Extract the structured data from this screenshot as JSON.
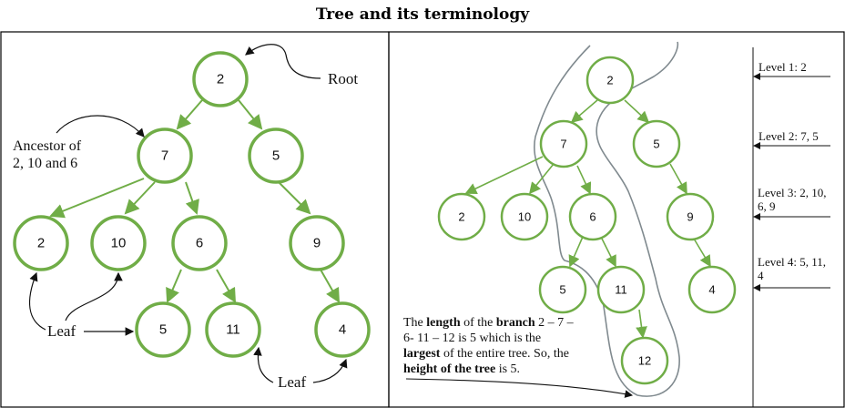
{
  "title": "Tree and its terminology",
  "left_tree": {
    "nodes": {
      "n2": "2",
      "n7": "7",
      "n5": "5",
      "n2b": "2",
      "n10": "10",
      "n6": "6",
      "n9": "9",
      "n5b": "5",
      "n11": "11",
      "n4": "4"
    },
    "labels": {
      "root": "Root",
      "ancestor_line1": "Ancestor of",
      "ancestor_line2": "2, 10 and 6",
      "leaf1": "Leaf",
      "leaf2": "Leaf"
    }
  },
  "right_tree": {
    "nodes": {
      "r2": "2",
      "r7": "7",
      "r5": "5",
      "r2b": "2",
      "r10": "10",
      "r6": "6",
      "r9": "9",
      "r5b": "5",
      "r11": "11",
      "r4": "4",
      "r12": "12"
    },
    "branch_note": {
      "t1": "The ",
      "b1": "length",
      "t2": " of the ",
      "b2": "branch",
      "t3": " 2 – 7 – 6- 11 – 12 is 5 which is the ",
      "b3": "largest",
      "t4": " of the entire tree. So, the ",
      "b4": "height of the tree",
      "t5": " is 5."
    }
  },
  "levels": {
    "l1": "Level 1: 2",
    "l2": "Level 2: 7, 5",
    "l3": "Level 3: 2, 10, 6, 9",
    "l4": "Level 4: 5, 11, 4"
  },
  "colors": {
    "node_stroke": "#70ad47",
    "edge": "#70ad47",
    "border": "#000000",
    "outline": "#808a8f"
  }
}
